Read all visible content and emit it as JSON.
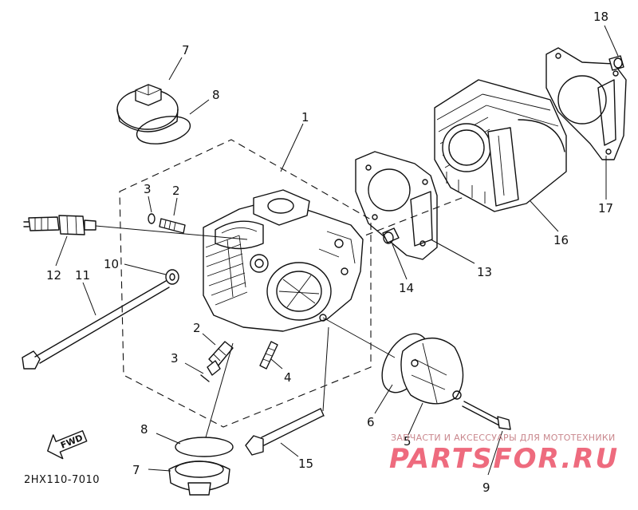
{
  "diagram": {
    "code": "2HX110-7010",
    "fwd_label": "FWD",
    "labels": {
      "p1": "1",
      "p2a": "2",
      "p2b": "2",
      "p3a": "3",
      "p3b": "3",
      "p4": "4",
      "p5": "5",
      "p6": "6",
      "p7a": "7",
      "p7b": "7",
      "p8a": "8",
      "p8b": "8",
      "p9": "9",
      "p10": "10",
      "p11": "11",
      "p12": "12",
      "p13": "13",
      "p14": "14",
      "p15": "15",
      "p16": "16",
      "p17": "17",
      "p18": "18"
    }
  },
  "watermark": {
    "subtitle": "ЗАПЧАСТИ И АКСЕССУАРЫ ДЛЯ МОТОТЕХНИКИ",
    "brand": "PARTSFOR.RU"
  },
  "colors": {
    "ink": "#111111",
    "watermark": "#ee6b7e",
    "background": "#ffffff"
  }
}
